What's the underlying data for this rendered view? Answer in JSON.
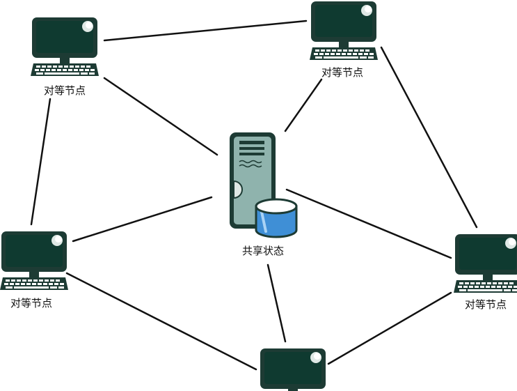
{
  "peers": {
    "top_left_label": "对等节点",
    "top_right_label": "对等节点",
    "mid_left_label": "对等节点",
    "mid_right_label": "对等节点"
  },
  "server": {
    "label": "共享状态"
  },
  "colors": {
    "monitor_frame": "#1d3b34",
    "monitor_screen": "#0f3a30",
    "screen_glow": "#dfe8e5",
    "keyboard": "#1d3b34",
    "server_body": "#8fb3ad",
    "server_frame": "#1d3b34",
    "database_blue": "#3f8fd6",
    "database_top": "#ffffff",
    "line": "#111111"
  },
  "icons": {
    "peer": "computer-monitor-icon",
    "server": "server-tower-icon",
    "database": "database-cylinder-icon"
  }
}
